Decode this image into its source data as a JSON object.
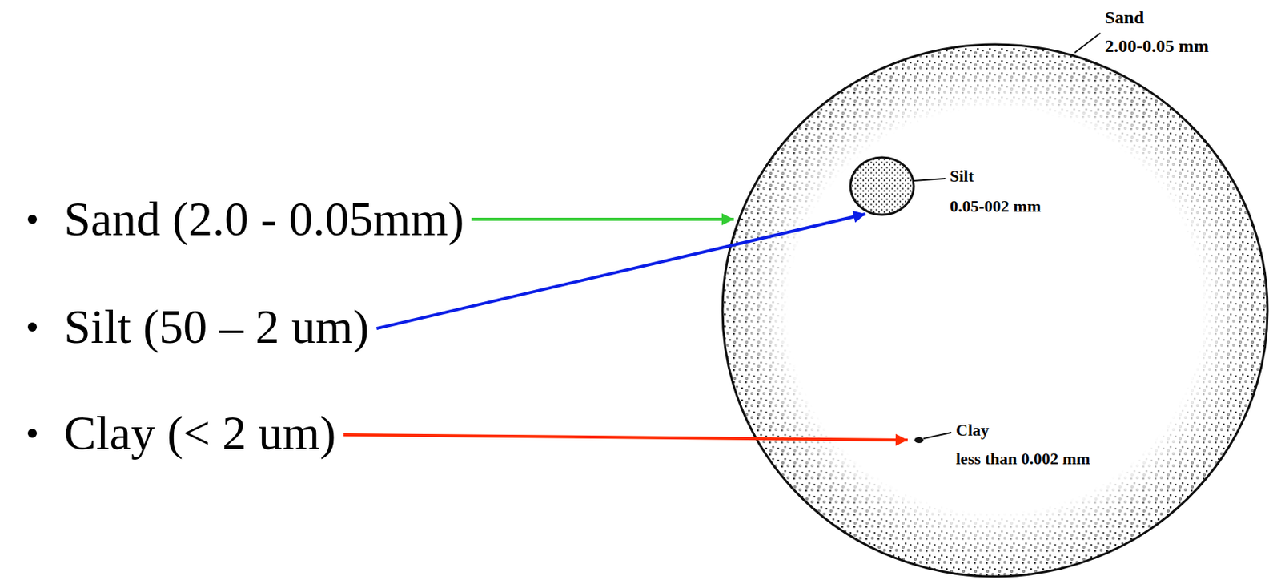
{
  "diagram": {
    "nodes": [
      {
        "text": [
          "Sand",
          "2.00-0.05 mm"
        ]
      },
      {
        "text": [
          "Silt",
          "0.05-002 mm"
        ],
        "in": 0
      },
      {
        "text": [
          "Clay",
          "less than 0.002 mm"
        ],
        "in": 0
      }
    ],
    "labels": [
      "Sand (2.0 - 0.05mm)",
      "Silt (50 – 2 um)",
      "Clay (< 2 um)"
    ]
  }
}
